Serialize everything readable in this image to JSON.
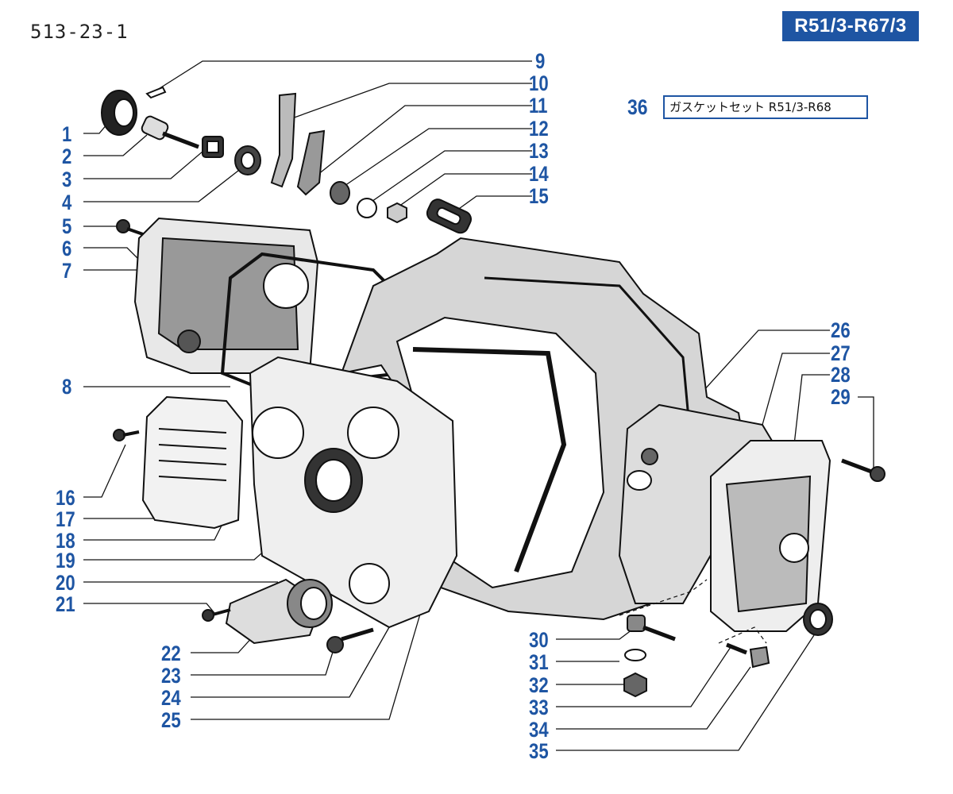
{
  "page_code": "513-23-1",
  "model_badge": "R51/3-R67/3",
  "gasket_set": {
    "number": "36",
    "label": "ガスケットセット R51/3-R68"
  },
  "parts": [
    {
      "n": "1"
    },
    {
      "n": "2"
    },
    {
      "n": "3"
    },
    {
      "n": "4"
    },
    {
      "n": "5"
    },
    {
      "n": "6"
    },
    {
      "n": "7"
    },
    {
      "n": "8"
    },
    {
      "n": "9"
    },
    {
      "n": "10"
    },
    {
      "n": "11"
    },
    {
      "n": "12"
    },
    {
      "n": "13"
    },
    {
      "n": "14"
    },
    {
      "n": "15"
    },
    {
      "n": "16"
    },
    {
      "n": "17"
    },
    {
      "n": "18"
    },
    {
      "n": "19"
    },
    {
      "n": "20"
    },
    {
      "n": "21"
    },
    {
      "n": "22"
    },
    {
      "n": "23"
    },
    {
      "n": "24"
    },
    {
      "n": "25"
    },
    {
      "n": "26"
    },
    {
      "n": "27"
    },
    {
      "n": "28"
    },
    {
      "n": "29"
    },
    {
      "n": "30"
    },
    {
      "n": "31"
    },
    {
      "n": "32"
    },
    {
      "n": "33"
    },
    {
      "n": "34"
    },
    {
      "n": "35"
    }
  ],
  "colors": {
    "accent": "#1e55a3",
    "ink": "#111111"
  }
}
